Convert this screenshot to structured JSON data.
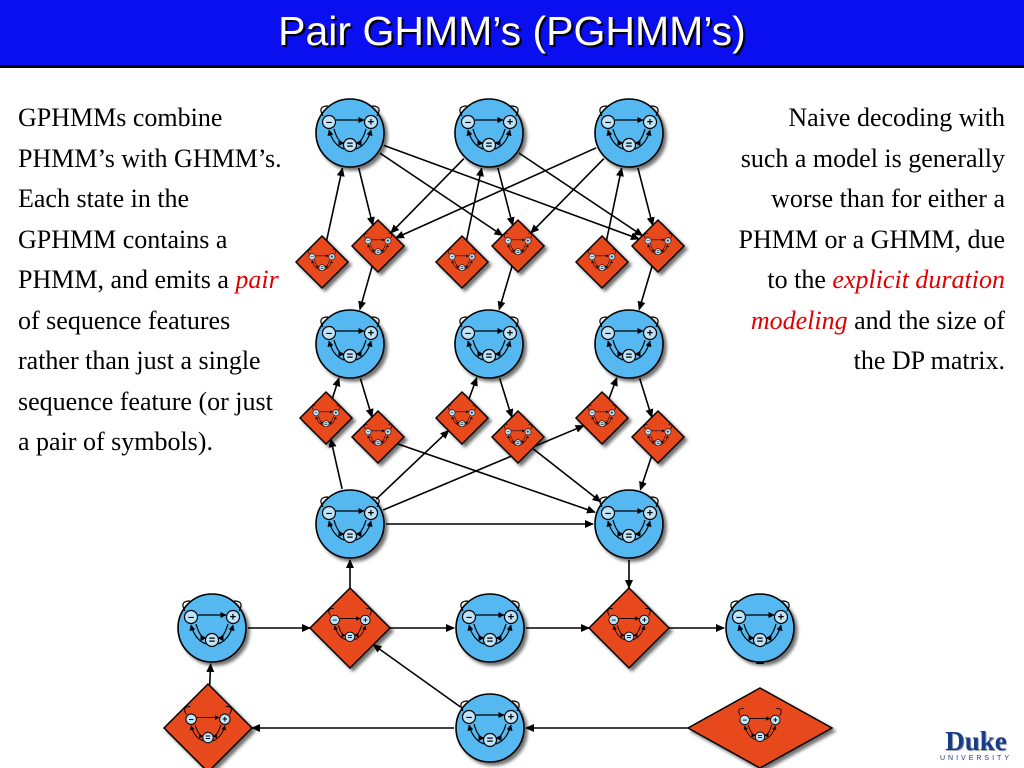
{
  "slide": {
    "title": "Pair GHMM’s (PGHMM’s)",
    "left_text": {
      "before": "GPHMMs combine PHMM’s with GHMM’s. Each state in the GPHMM contains a PHMM, and emits a ",
      "highlight": "pair",
      "after": " of sequence features rather than just a single sequence feature (or just a pair of symbols)."
    },
    "right_text": {
      "before": "Naive decoding with such a model is generally worse than for either a PHMM or a GHMM, due to the ",
      "highlight": "explicit duration modeling",
      "after": " and the size of the DP matrix."
    },
    "logo": {
      "main": "Duke",
      "sub": "UNIVERSITY"
    }
  },
  "mini_hmm_labels": {
    "left": "–",
    "right": "+",
    "bottom": "="
  },
  "colors": {
    "title_bar": "#0a0ff0",
    "circle_fill": "#55b8f0",
    "diamond_fill": "#e84a1c",
    "highlight_text": "#e00000",
    "arrow": "#000000"
  },
  "icons": {
    "circle_node": "light-blue-circle-with-mini-hmm",
    "diamond_node": "red-diamond-with-mini-hmm"
  }
}
